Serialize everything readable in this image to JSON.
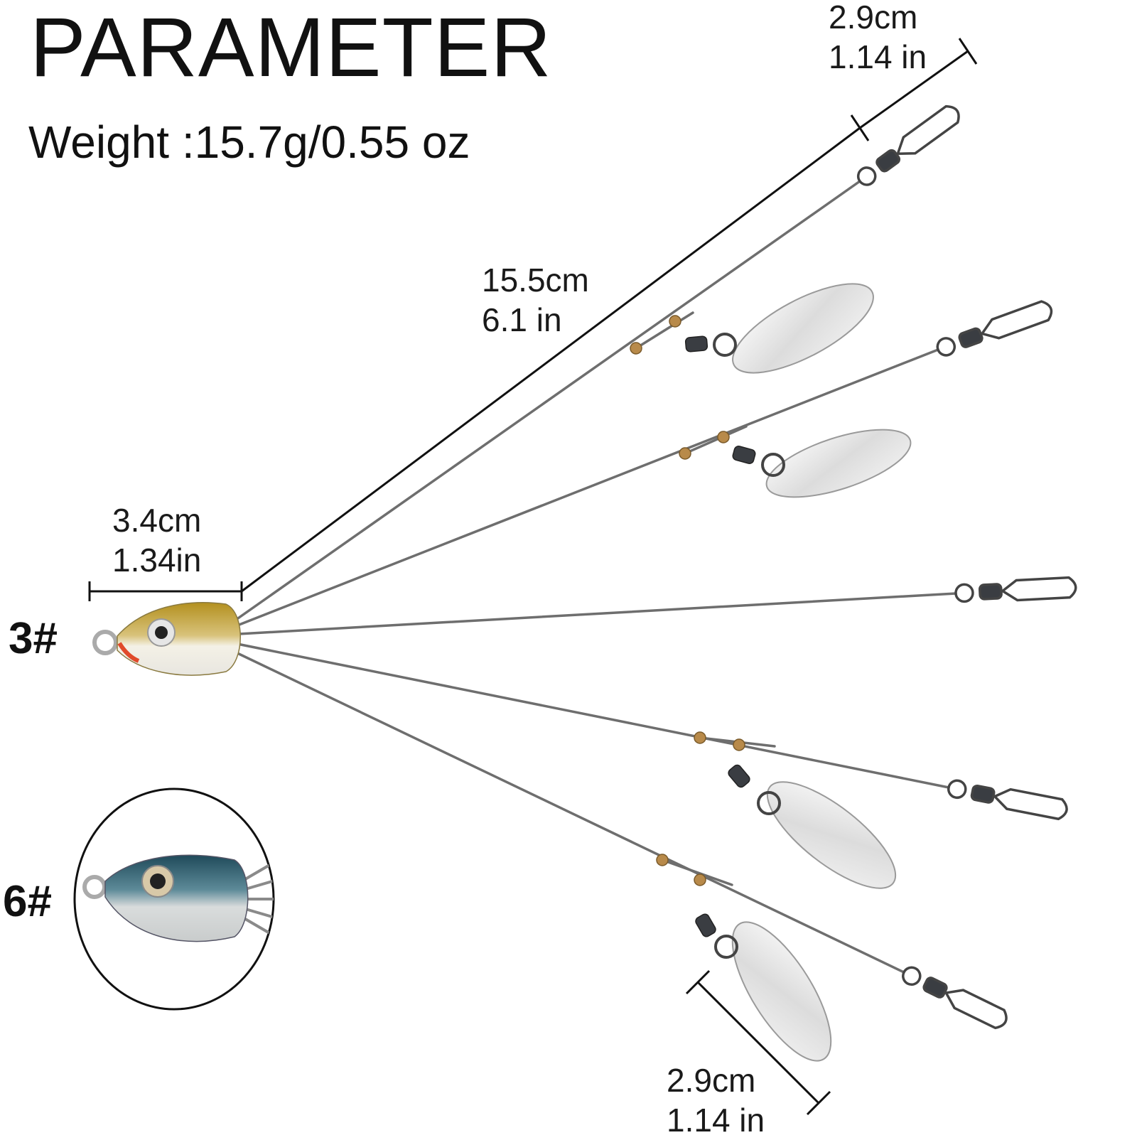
{
  "title": "PARAMETER",
  "weight_label": "Weight :15.7g/0.55 oz",
  "measurements": {
    "top_snap_length": {
      "cm": "2.9cm",
      "inch": "1.14 in"
    },
    "arm_length": {
      "cm": "15.5cm",
      "inch": "6.1 in"
    },
    "head_length": {
      "cm": "3.4cm",
      "inch": "1.34in"
    },
    "blade_length": {
      "cm": "2.9cm",
      "inch": "1.14 in"
    }
  },
  "models": {
    "main": "3#",
    "inset": "6#"
  },
  "colors": {
    "wire": "#6e6e6e",
    "blade": "#e4e4e4",
    "bead": "#b88a4a",
    "head_3": "#c8a22a",
    "head_6": "#2c5a6a"
  }
}
